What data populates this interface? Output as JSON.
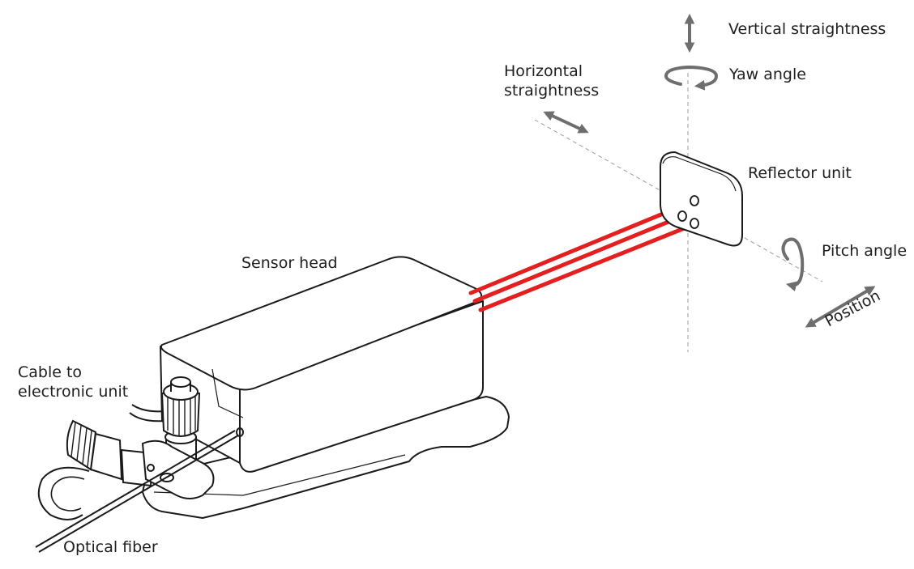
{
  "labels": {
    "vertical_straightness": "Vertical straightness",
    "yaw_angle": "Yaw angle",
    "horizontal_straightness": "Horizontal\nstraightness",
    "reflector_unit": "Reflector unit",
    "pitch_angle": "Pitch angle",
    "position": "Position",
    "sensor_head": "Sensor head",
    "cable_to_electronic_unit": "Cable to\nelectronic unit",
    "optical_fiber": "Optical fiber"
  },
  "colors": {
    "laser_beam": "#e41f1f",
    "arrow": "#6e6e6e",
    "outline": "#1a1a1a",
    "axis_line": "#9a9a9a"
  }
}
